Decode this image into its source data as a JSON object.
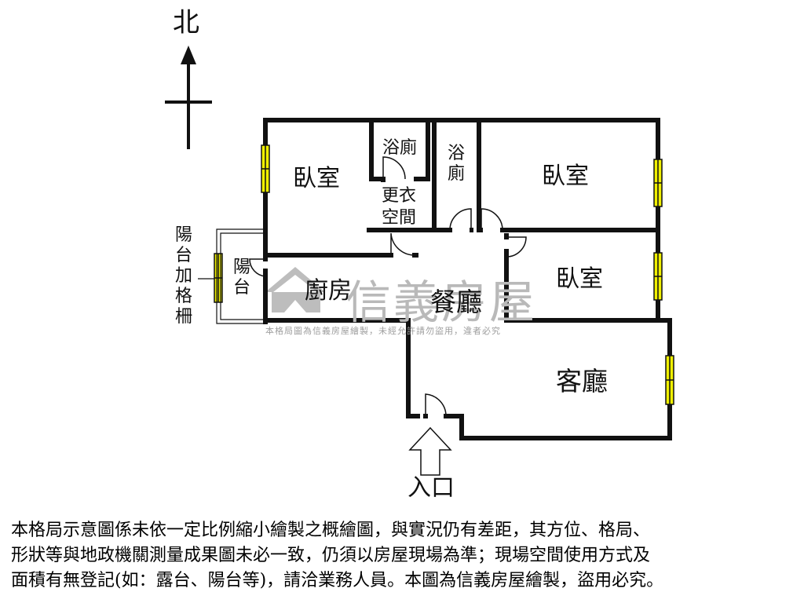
{
  "compass": {
    "north_label": "北"
  },
  "rooms": {
    "bedroom_left": "臥室",
    "bathroom_small": "浴廁",
    "bathroom_center": "浴廁",
    "closet": "更衣空間",
    "bedroom_right": "臥室",
    "bedroom_middle": "臥室",
    "kitchen": "廚房",
    "dining": "餐廳",
    "living": "客廳",
    "balcony": "陽台",
    "balcony_grill": "陽台加格柵"
  },
  "entrance": {
    "label": "入口"
  },
  "watermark": {
    "brand": "信義房屋",
    "notice": "本格局圖為信義房屋繪製，未經允許請勿盜用，違者必究"
  },
  "disclaimer": {
    "line1": "本格局示意圖係未依一定比例縮小繪製之概繪圖，與實況仍有差距，其方位、格局、",
    "line2": "形狀等與地政機關測量成果圖未必一致，仍須以房屋現場為準；現場空間使用方式及",
    "line3": "面積有無登記(如：露台、陽台等)，請洽業務人員。本圖為信義房屋繪製，盜用必究。"
  },
  "colors": {
    "wall": "#111111",
    "window_fill": "#f0f000",
    "watermark": "#b9b9b9"
  }
}
